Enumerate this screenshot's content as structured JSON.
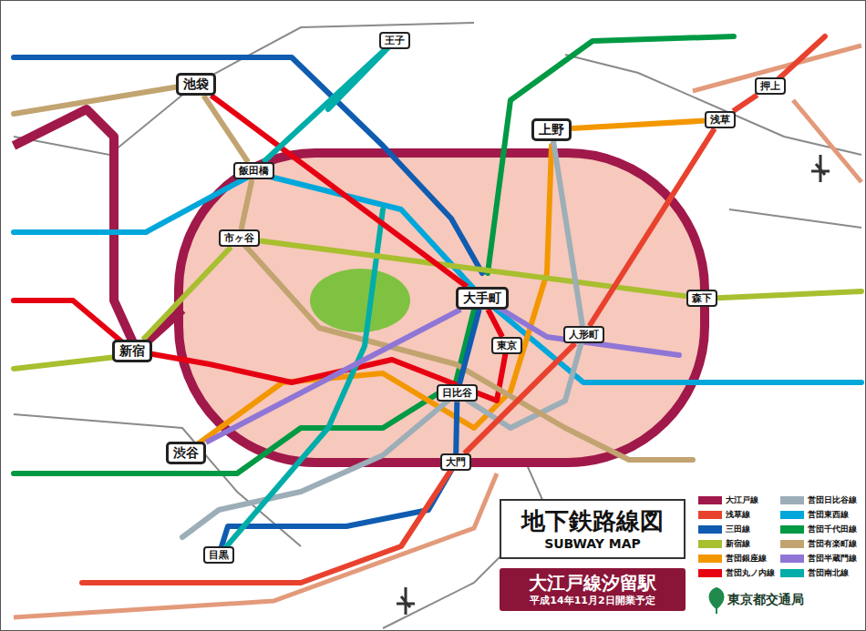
{
  "diagram": {
    "nodes": [
      {
        "text": [
          "池袋"
        ]
      },
      {
        "text": [
          "王子"
        ]
      },
      {
        "text": [
          "上野"
        ]
      },
      {
        "text": [
          "押上"
        ]
      },
      {
        "text": [
          "浅草"
        ]
      },
      {
        "text": [
          "飯田橋"
        ]
      },
      {
        "text": [
          "市ヶ谷"
        ]
      },
      {
        "text": [
          "新宿"
        ]
      },
      {
        "text": [
          "大手町"
        ]
      },
      {
        "text": [
          "東京"
        ]
      },
      {
        "text": [
          "人形町"
        ]
      },
      {
        "text": [
          "森下"
        ]
      },
      {
        "text": [
          "日比谷"
        ]
      },
      {
        "text": [
          "渋谷"
        ]
      },
      {
        "text": [
          "大門"
        ]
      },
      {
        "text": [
          "目黒"
        ]
      },
      {
        "text": [
          "地下鉄路線図",
          "SUBWAY MAP"
        ]
      },
      {
        "text": [
          "大江戸線汐留駅",
          "平成14年11月2日開業予定"
        ]
      }
    ],
    "edges": [
      {
        "from": 0,
        "to": 5,
        "arrow": "none"
      },
      {
        "from": 5,
        "to": 6,
        "arrow": "none"
      },
      {
        "from": 6,
        "to": 7,
        "arrow": "none"
      },
      {
        "from": 6,
        "to": 11,
        "arrow": "none"
      },
      {
        "from": 0,
        "to": 8,
        "arrow": "none"
      },
      {
        "from": 8,
        "to": 9,
        "arrow": "none"
      },
      {
        "from": 8,
        "to": 12,
        "arrow": "none"
      },
      {
        "from": 12,
        "to": 14,
        "arrow": "none"
      },
      {
        "from": 3,
        "to": 4,
        "arrow": "none"
      },
      {
        "from": 4,
        "to": 10,
        "arrow": "none"
      },
      {
        "from": 10,
        "to": 14,
        "arrow": "none"
      },
      {
        "from": 2,
        "to": 10,
        "arrow": "none"
      },
      {
        "from": 13,
        "to": 8,
        "arrow": "none"
      },
      {
        "from": 1,
        "to": 5,
        "arrow": "none"
      },
      {
        "from": 2,
        "to": 4,
        "arrow": "none"
      }
    ],
    "labels": [
      "東京都交通局"
    ],
    "legend": [
      {
        "text": "大江戸線",
        "color": "#a0194a"
      },
      {
        "text": "浅草線",
        "color": "#e8422f"
      },
      {
        "text": "三田線",
        "color": "#0f5cb0"
      },
      {
        "text": "新宿線",
        "color": "#a8bf2f"
      },
      {
        "text": "営団銀座線",
        "color": "#f39700"
      },
      {
        "text": "営団丸ノ内線",
        "color": "#e60012"
      },
      {
        "text": "営団日比谷線",
        "color": "#9caeb7"
      },
      {
        "text": "営団東西線",
        "color": "#00a7db"
      },
      {
        "text": "営団千代田線",
        "color": "#009944"
      },
      {
        "text": "営団有楽町線",
        "color": "#c1a470"
      },
      {
        "text": "営団半蔵門線",
        "color": "#8f76d6"
      },
      {
        "text": "営団南北線",
        "color": "#00ada9"
      }
    ]
  }
}
